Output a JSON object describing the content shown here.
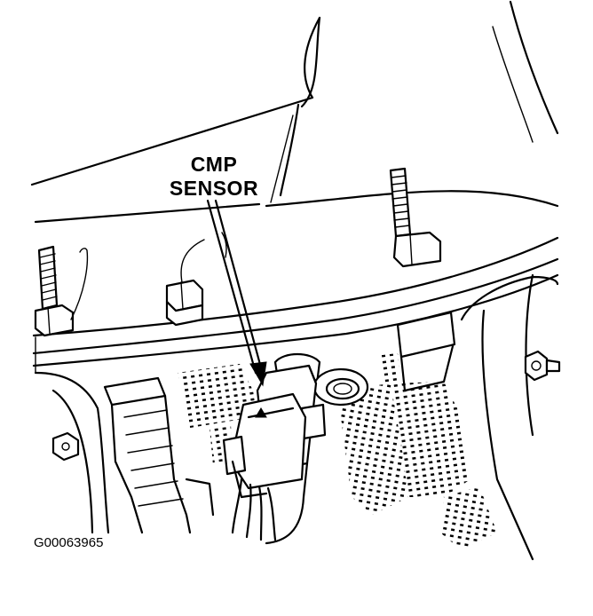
{
  "diagram": {
    "callout_label": [
      "CMP",
      "SENSOR"
    ],
    "figure_id": "G00063965"
  },
  "colors": {
    "ink": "#000000",
    "paper": "#ffffff"
  }
}
